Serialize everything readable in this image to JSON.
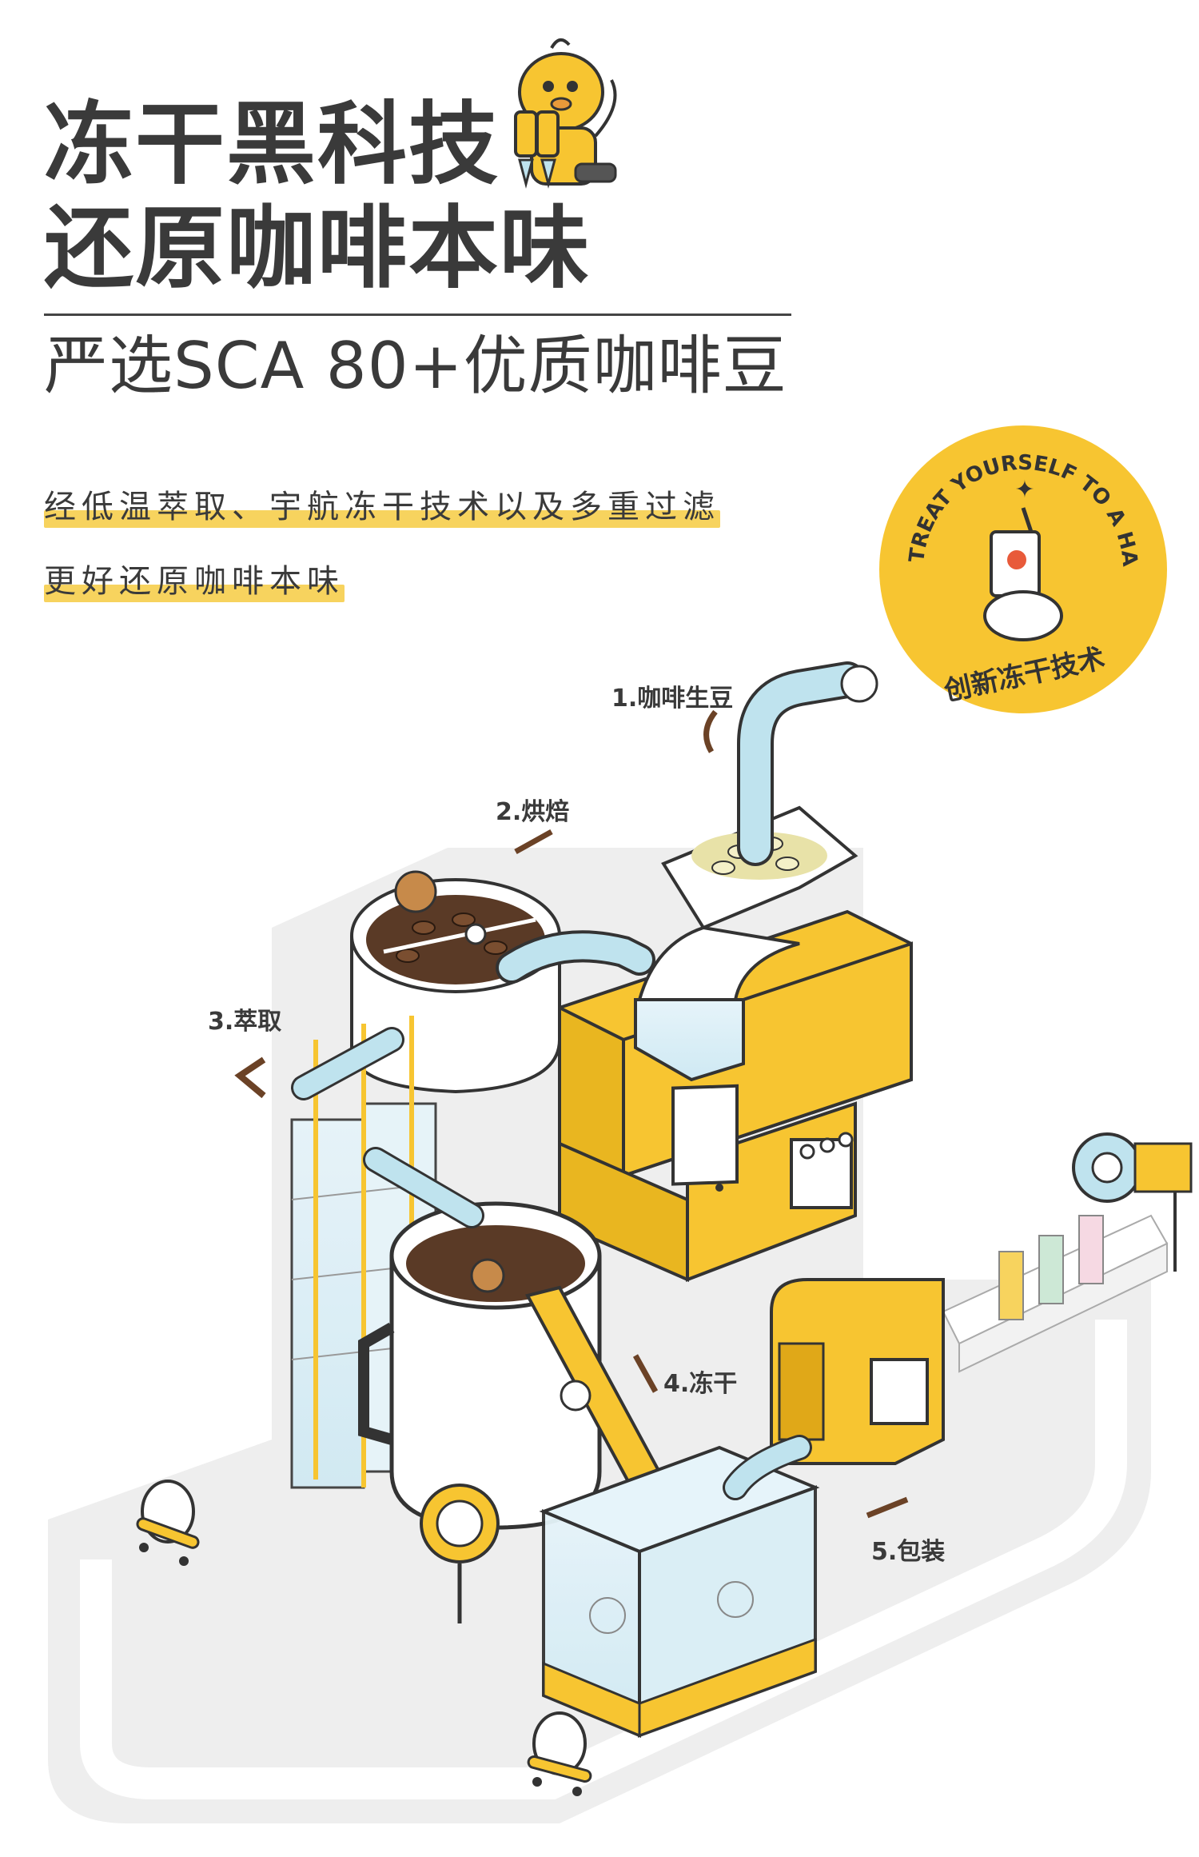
{
  "header": {
    "headline_line1": "冻干黑科技",
    "headline_line2": "还原咖啡本味",
    "subtitle": "严选SCA 80+优质咖啡豆"
  },
  "description": {
    "line1": "经低温萃取、宇航冻干技术以及多重过滤",
    "line2": "更好还原咖啡本味"
  },
  "badge": {
    "arc_text": "TREAT YOURSELF TO A HAPPY BREAK",
    "bottom_text": "创新冻干技术"
  },
  "steps": [
    {
      "label": "1.咖啡生豆"
    },
    {
      "label": "2.烘焙"
    },
    {
      "label": "3.萃取"
    },
    {
      "label": "4.冻干"
    },
    {
      "label": "5.包装"
    }
  ],
  "colors": {
    "yellow": "#f7c531",
    "highlight": "#f7d35e",
    "pipe": "#bfe3ee",
    "dark": "#3a3a3a",
    "coffee": "#5a3a26",
    "ground": "#eeeeee"
  }
}
